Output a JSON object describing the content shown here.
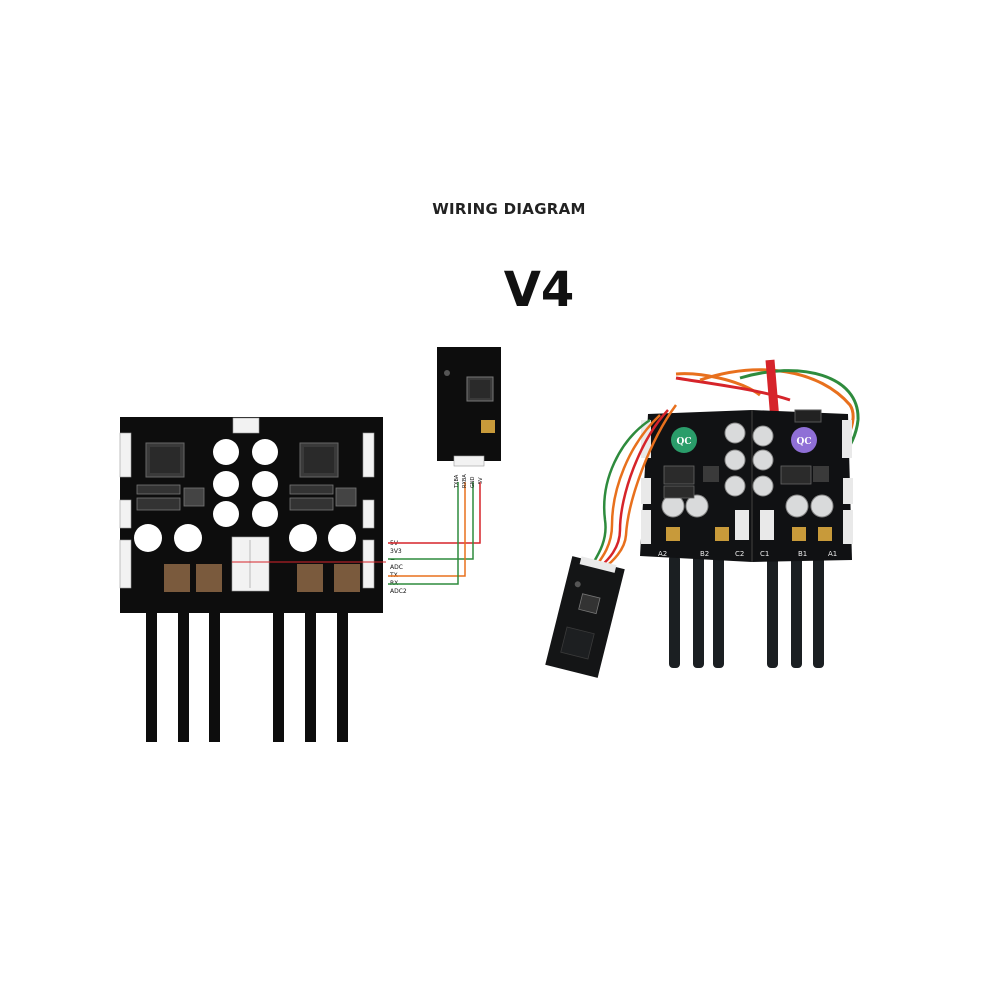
{
  "header": {
    "title": "WIRING DIAGRAM",
    "version": "V4"
  },
  "controller_pins": [
    "5V",
    "3V3",
    "=",
    "ADC",
    "TX",
    "RX",
    "ADC2"
  ],
  "module_pins": [
    "TXBA",
    "RXBA",
    "GND",
    "5V"
  ],
  "photo_labels": {
    "left_badge": "QC",
    "right_badge": "QC",
    "motor_a2": "A2",
    "motor_b2": "B2",
    "motor_c2": "C2",
    "motor_c1": "C1",
    "motor_b1": "B1",
    "motor_a1": "A1"
  },
  "colors": {
    "board": "#0d0d0d",
    "wire_red": "#d6242a",
    "wire_orange": "#e8701d",
    "wire_green": "#2e8b3d",
    "copper_pad": "#7a5a3d",
    "gold": "#c89a3a"
  }
}
